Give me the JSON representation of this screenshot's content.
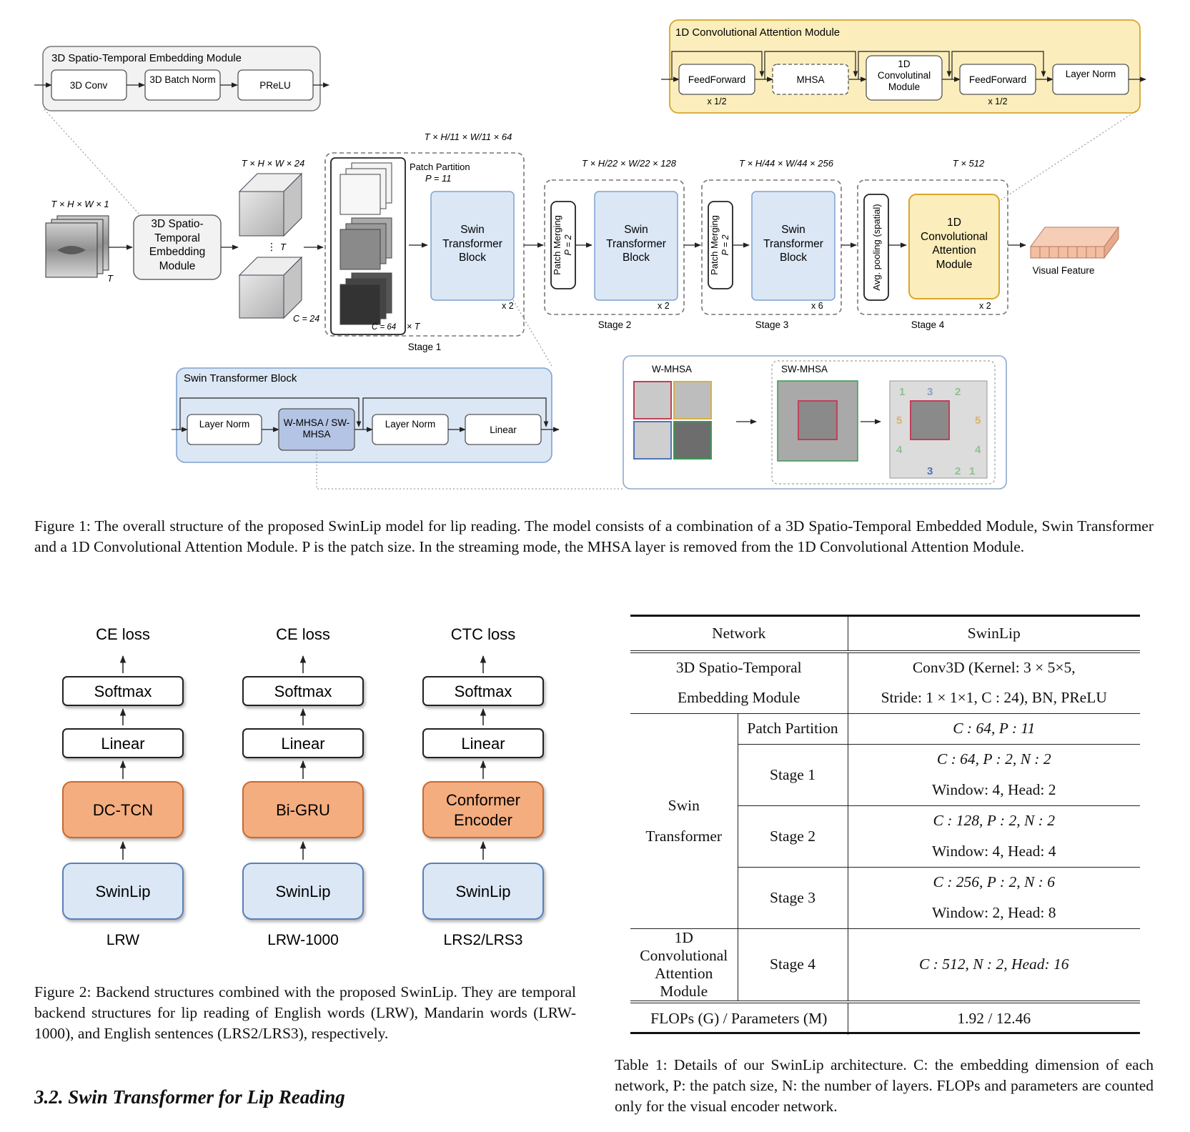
{
  "figure1": {
    "st_module": {
      "title": "3D Spatio-Temporal Embedding Module",
      "blocks": [
        "3D Conv",
        "3D Batch Norm",
        "PReLU"
      ]
    },
    "ca_module": {
      "title": "1D Convolutional Attention Module",
      "blocks": [
        "FeedForward",
        "MHSA",
        "1D Convolutinal Module",
        "FeedForward",
        "Layer Norm"
      ],
      "half_labels": [
        "x 1/2",
        "x 1/2"
      ]
    },
    "input_dim": "T × H × W × 1",
    "input_t": "T",
    "st_box": "3D Spatio-Temporal Embedding Module",
    "cube_dim": "T × H × W × 24",
    "cube_t": "T",
    "cube_c": "C = 24",
    "stage1": {
      "dim": "T × H/11 × W/11 × 64",
      "partition": "Patch Partition",
      "p": "P = 11",
      "block": "Swin Transformer Block",
      "repeat": "x 2",
      "c": "C = 64",
      "t": "× T",
      "label": "Stage 1"
    },
    "stage2": {
      "dim": "T × H/22 × W/22 × 128",
      "merge": "Patch Merging",
      "p": "P = 2",
      "block": "Swin Transformer Block",
      "repeat": "x 2",
      "label": "Stage 2"
    },
    "stage3": {
      "dim": "T × H/44 × W/44 × 256",
      "merge": "Patch Merging",
      "p": "P = 2",
      "block": "Swin Transformer Block",
      "repeat": "x 6",
      "label": "Stage 3"
    },
    "stage4": {
      "dim": "T × 512",
      "pool": "Avg. pooling (spatial)",
      "block": "1D Convolutional Attention Module",
      "repeat": "x 2",
      "label": "Stage 4"
    },
    "output": "Visual Feature",
    "swin_block": {
      "title": "Swin Transformer Block",
      "blocks": [
        "Layer Norm",
        "W-MHSA / SW-MHSA",
        "Layer Norm",
        "Linear"
      ]
    },
    "windows": {
      "w_label": "W-MHSA",
      "sw_label": "SW-MHSA",
      "region_numbers": [
        "1",
        "3",
        "2",
        "5",
        "5",
        "4",
        "4",
        "3",
        "2",
        "1"
      ]
    },
    "caption": "Figure 1: The overall structure of the proposed SwinLip model for lip reading. The model consists of a combination of a 3D Spatio-Temporal Embedded Module, Swin Transformer and a 1D Convolutional Attention Module. P is the patch size. In the streaming mode, the MHSA layer is removed from the 1D Convolutional Attention Module."
  },
  "figure2": {
    "columns": [
      {
        "loss": "CE loss",
        "softmax": "Softmax",
        "linear": "Linear",
        "backend": "DC-TCN",
        "encoder": "SwinLip",
        "dataset": "LRW"
      },
      {
        "loss": "CE loss",
        "softmax": "Softmax",
        "linear": "Linear",
        "backend": "Bi-GRU",
        "encoder": "SwinLip",
        "dataset": "LRW-1000"
      },
      {
        "loss": "CTC loss",
        "softmax": "Softmax",
        "linear": "Linear",
        "backend": "Conformer Encoder",
        "encoder": "SwinLip",
        "dataset": "LRS2/LRS3"
      }
    ],
    "caption": "Figure 2: Backend structures combined with the proposed SwinLip. They are temporal backend structures for lip reading of English words (LRW), Mandarin words (LRW-1000), and English sentences (LRS2/LRS3), respectively."
  },
  "table1": {
    "header": [
      "Network",
      "SwinLip"
    ],
    "embed": {
      "name_l1": "3D Spatio-Temporal",
      "name_l2": "Embedding Module",
      "val_l1": "Conv3D (Kernel: 3 × 5×5,",
      "val_l2": "Stride: 1 × 1×1, C : 24), BN, PReLU"
    },
    "swin": {
      "name_l1": "Swin",
      "name_l2": "Transformer",
      "patch_partition": "Patch Partition",
      "patch_val": "C : 64, P : 11",
      "stage1": "Stage 1",
      "stage1_l1": "C : 64, P : 2, N : 2",
      "stage1_l2": "Window: 4, Head: 2",
      "stage2": "Stage 2",
      "stage2_l1": "C : 128, P : 2, N : 2",
      "stage2_l2": "Window: 4, Head: 4",
      "stage3": "Stage 3",
      "stage3_l1": "C : 256, P : 2, N : 6",
      "stage3_l2": "Window: 2, Head: 8"
    },
    "conv": {
      "name_l1": "1D Convolutional",
      "name_l2": "Attention Module",
      "stage": "Stage 4",
      "val": "C : 512, N : 2, Head: 16"
    },
    "flops": {
      "label": "FLOPs (G) / Parameters (M)",
      "val": "1.92 / 12.46"
    },
    "caption": "Table 1: Details of our SwinLip architecture. C: the embedding dimension of each network, P: the patch size, N: the number of layers. FLOPs and parameters are counted only for the visual encoder network."
  },
  "section": {
    "heading": "3.2.  Swin Transformer for Lip Reading"
  },
  "colors": {
    "blue_fill": "#dbe7f5",
    "blue_stroke": "#5a80b8",
    "orange_fill": "#f4ad7f",
    "orange_stroke": "#c86a32",
    "yellow_fill": "#fbeebc",
    "yellow_stroke": "#d9a52c",
    "gray_fill": "#f2f2f2",
    "mhsa_fill": "#b4c4e4"
  }
}
